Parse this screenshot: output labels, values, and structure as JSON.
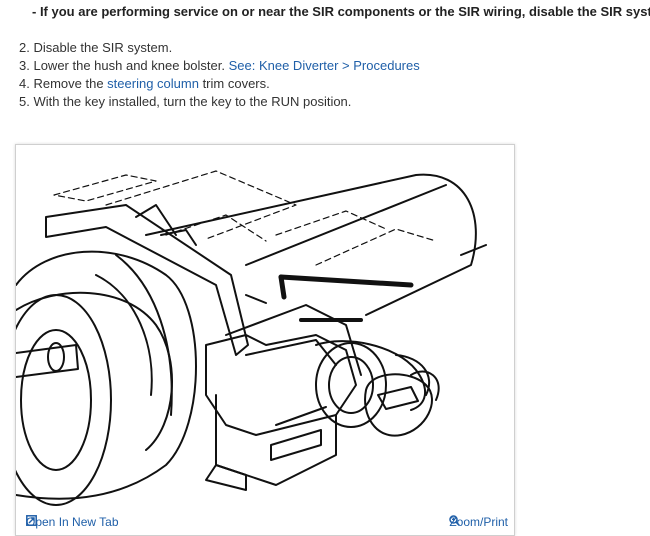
{
  "warning": "- If you are performing service on or near the SIR components or the SIR wiring, disable the SIR system.",
  "steps": [
    {
      "num": "2.",
      "before": "Disable the SIR system.",
      "link": "",
      "after": ""
    },
    {
      "num": "3.",
      "before": "Lower the hush and knee bolster. ",
      "link": "See: Knee Diverter > Procedures",
      "after": ""
    },
    {
      "num": "4.",
      "before": "Remove the ",
      "link": "steering column",
      "after": " trim covers."
    },
    {
      "num": "5.",
      "before": "With the key installed, turn the key to the RUN position.",
      "link": "",
      "after": ""
    }
  ],
  "figure": {
    "open_tab_label": "Open In New Tab",
    "zoom_label": "Zoom/Print",
    "icons": {
      "open_tab": "open-new-tab-icon",
      "zoom": "zoom-magnifier-icon"
    },
    "link_color": "#1f5fa8"
  }
}
